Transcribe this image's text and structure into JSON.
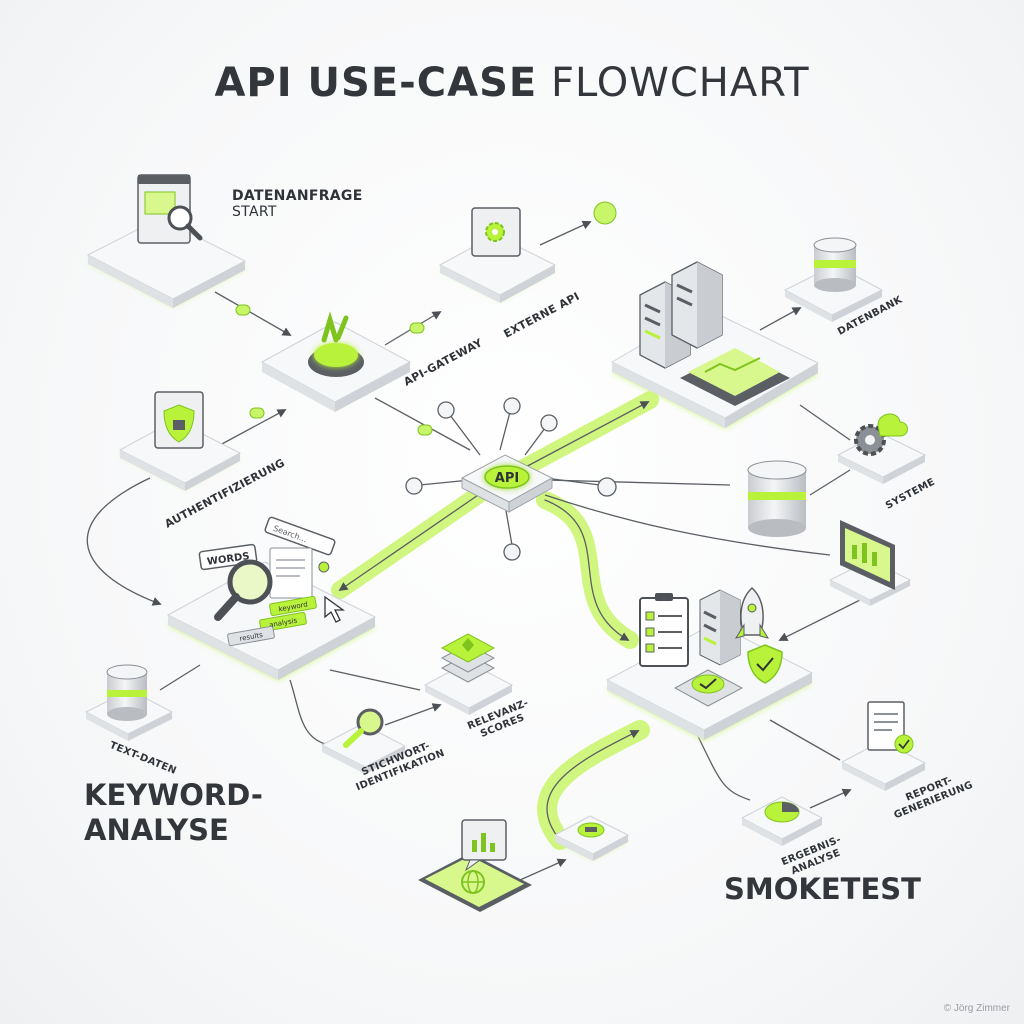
{
  "title": {
    "bold": "API USE-CASE",
    "regular": "FLOWCHART"
  },
  "hub": {
    "label": "API"
  },
  "nodes": {
    "start": {
      "line1": "DATENANFRAGE",
      "line2": "START"
    },
    "gateway": "API-GATEWAY",
    "external_api": "EXTERNE API",
    "auth": "AUTHENTIFIZIERUNG",
    "database": "DATENBANK",
    "systems": "SYSTEME",
    "text_data": "TEXT-DATEN",
    "keyword_id": {
      "line1": "STICHWORT-",
      "line2": "IDENTIFIKATION"
    },
    "relevance": {
      "line1": "RELEVANZ-",
      "line2": "SCORES"
    },
    "result_analysis": {
      "line1": "ERGEBNIS-",
      "line2": "ANALYSE"
    },
    "report": {
      "line1": "REPORT-",
      "line2": "GENERIERUNG"
    }
  },
  "keyword_panel": {
    "chip_words": "WORDS",
    "search_placeholder": "Search...",
    "tag1": "keyword",
    "tag2": "analysis",
    "tag3": "results"
  },
  "sections": {
    "keyword_line1": "KEYWORD-",
    "keyword_line2": "ANALYSE",
    "smoketest": "SMOKETEST"
  },
  "copyright": "© Jörg Zimmer",
  "colors": {
    "accent": "#b8f23a",
    "accent_dark": "#7fc41e",
    "platform_top": "#f7f8f9",
    "platform_side": "#dfe2e5",
    "line": "#5b5f64",
    "text": "#2f3338"
  }
}
